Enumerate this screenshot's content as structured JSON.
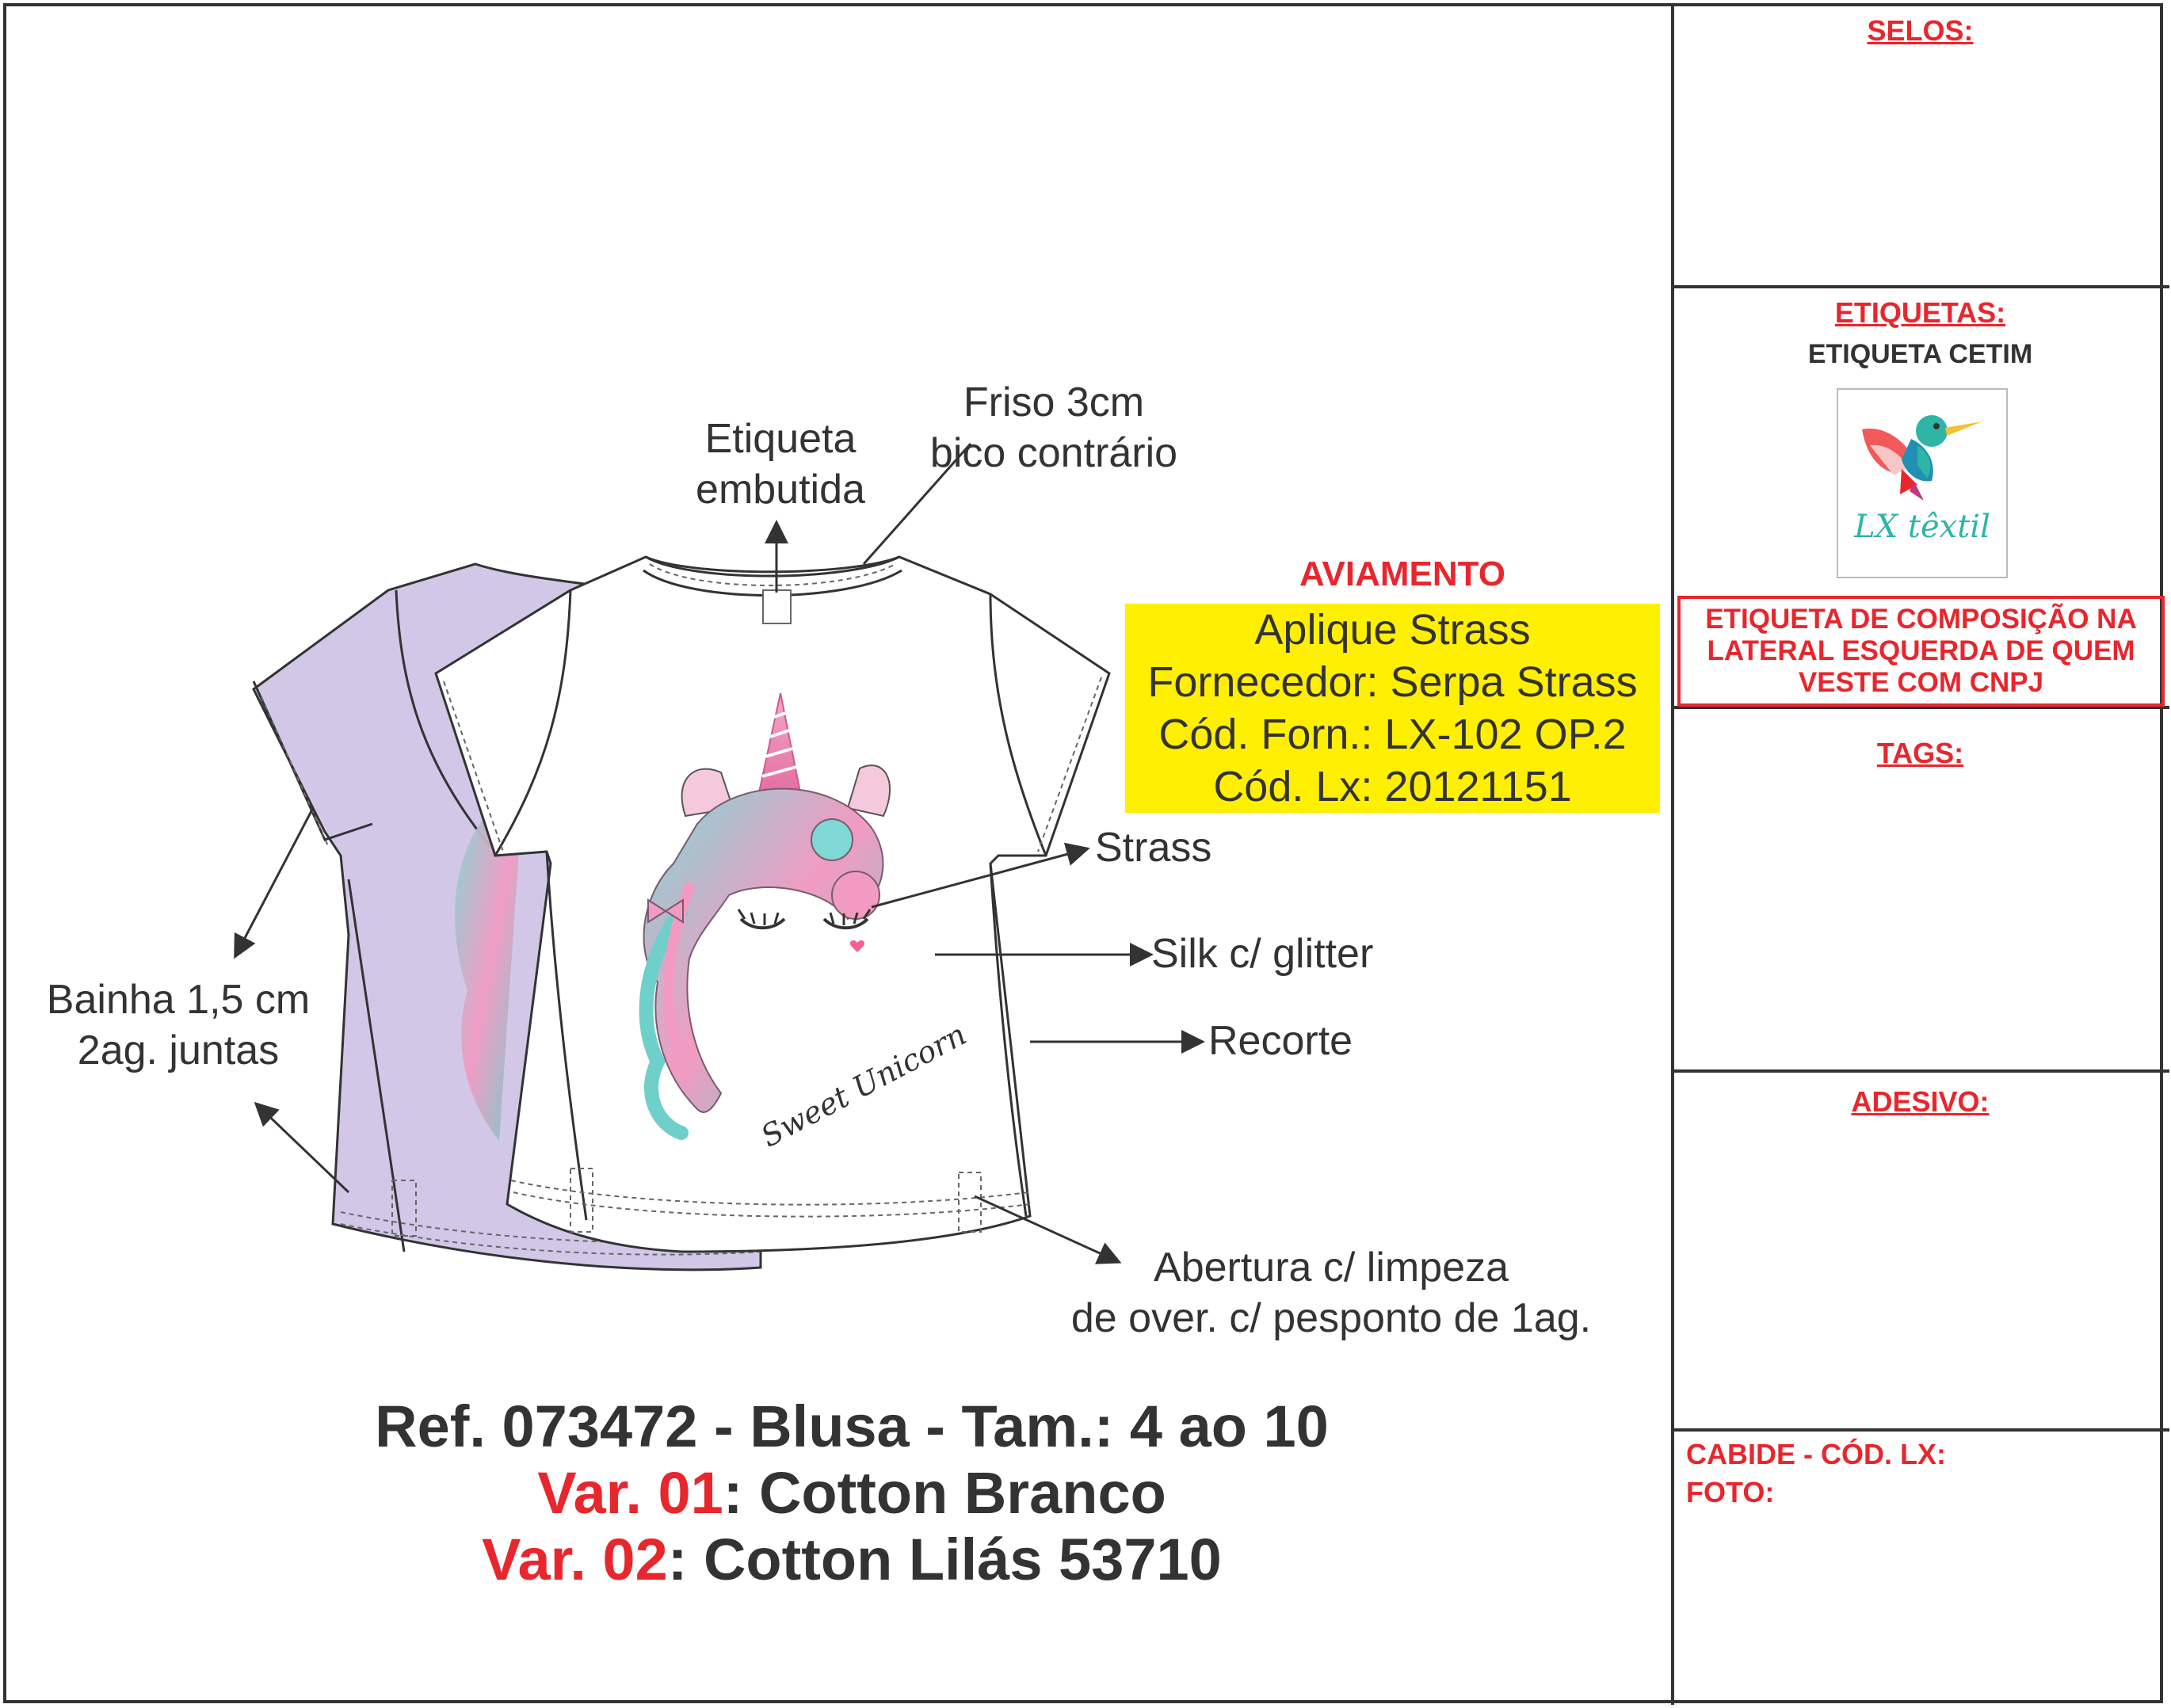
{
  "sidebar": {
    "selos_title": "SELOS:",
    "etiquetas_title": "ETIQUETAS:",
    "etiquetas_sub": "ETIQUETA CETIM",
    "logo_text": "LX têxtil",
    "composicao_lines": [
      "ETIQUETA DE COMPOSIÇÃO NA",
      "LATERAL ESQUERDA DE QUEM",
      "VESTE COM CNPJ"
    ],
    "tags_title": "TAGS:",
    "adesivo_title": "ADESIVO:",
    "cabide_line1": "CABIDE - CÓD. LX:",
    "cabide_line2": "FOTO:"
  },
  "annotations": {
    "etiqueta": [
      "Etiqueta",
      "embutida"
    ],
    "friso": [
      "Friso 3cm",
      "bico contrário"
    ],
    "strass": "Strass",
    "silk": "Silk c/ glitter",
    "recorte": "Recorte",
    "bainha": [
      "Bainha 1,5 cm",
      "2ag. juntas"
    ],
    "abertura": [
      "Abertura c/ limpeza",
      "de over. c/ pesponto de 1ag."
    ]
  },
  "aviamento": {
    "title": "AVIAMENTO",
    "lines": [
      "Aplique Strass",
      "Fornecedor: Serpa Strass",
      "Cód. Forn.: LX-102 OP.2",
      "Cód. Lx: 20121151"
    ]
  },
  "print_text": "Sweet Unicorn",
  "reference": {
    "line1": "Ref. 073472 - Blusa - Tam.: 4 ao 10",
    "var1_label": "Var. 01",
    "var1_value": ": Cotton Branco",
    "var2_label": "Var. 02",
    "var2_value": ": Cotton Lilás 53710"
  },
  "colors": {
    "accent_red": "#e8262d",
    "highlight_yellow": "#ffef00",
    "garment_lilac": "#d3c7e8",
    "text_dark": "#333333"
  }
}
